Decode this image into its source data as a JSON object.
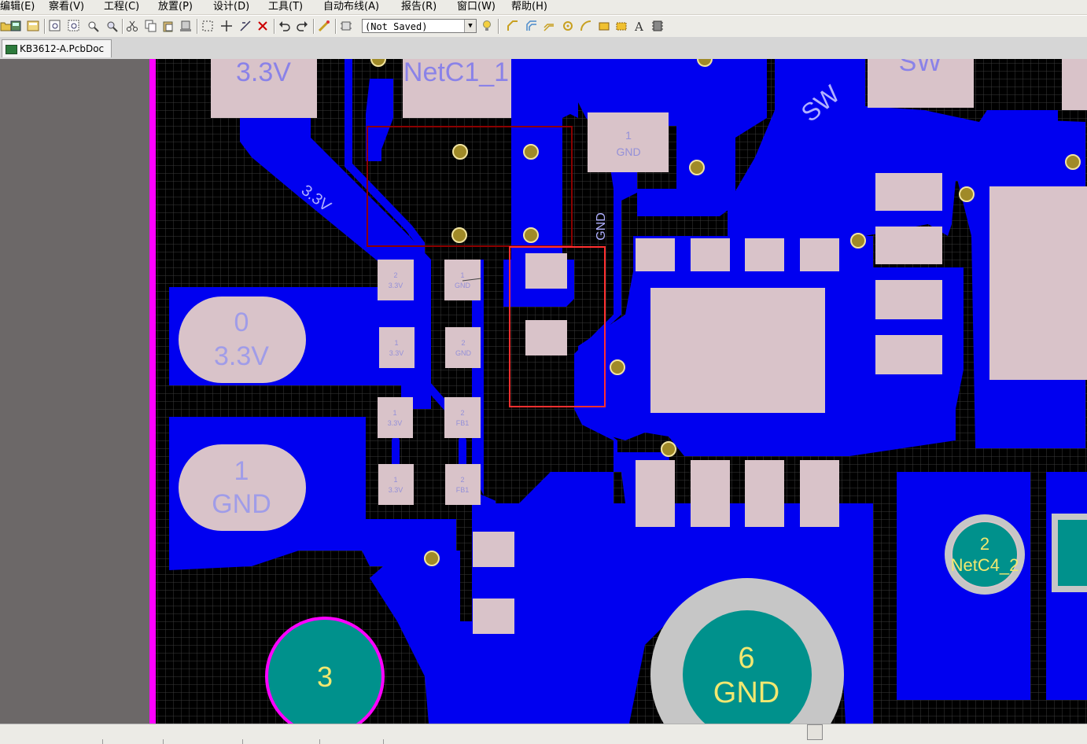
{
  "menu": [
    {
      "label": "编辑(E)"
    },
    {
      "label": "察看(V)"
    },
    {
      "label": "工程(C)"
    },
    {
      "label": "放置(P)"
    },
    {
      "label": "设计(D)"
    },
    {
      "label": "工具(T)"
    },
    {
      "label": "自动布线(A)"
    },
    {
      "label": "报告(R)"
    },
    {
      "label": "窗口(W)"
    },
    {
      "label": "帮助(H)"
    }
  ],
  "toolbar": {
    "variant_combo_value": "(Not Saved)"
  },
  "document_tab": {
    "label": "KB3612-A.PcbDoc *"
  },
  "pcb": {
    "colors": {
      "background": "#000000",
      "grid": "#2b2b2b",
      "copper": "#0000f0",
      "pad": "#d9c3c9",
      "board_edge": "#ff00ff",
      "via": "#b49a28",
      "thru_pad": "#00918c",
      "pad_ring": "#c6c6c6",
      "selection_dark": "#8b0000",
      "selection_red": "#ff3030"
    },
    "big_labels": {
      "top_3v3": "3.3V",
      "top_netc1": "NetC1_1",
      "top_sw": "SW",
      "trace_sw": "SW",
      "trace_3v3": "3.3V",
      "trace_gnd": "GND"
    },
    "smd_pads": [
      {
        "num": "1",
        "net": "GND"
      },
      {
        "num": "2",
        "net": "3.3V"
      },
      {
        "num": "1",
        "net": "GND"
      },
      {
        "num": "1",
        "net": "3.3V"
      },
      {
        "num": "2",
        "net": "GND"
      },
      {
        "num": "1",
        "net": "3.3V"
      },
      {
        "num": "2",
        "net": "FB1"
      },
      {
        "num": "1",
        "net": "3.3V"
      },
      {
        "num": "2",
        "net": "FB1"
      }
    ],
    "connector_pads": [
      {
        "num": "0",
        "net": "3.3V"
      },
      {
        "num": "1",
        "net": "GND"
      }
    ],
    "thru_holes": [
      {
        "num": "3",
        "net": ""
      },
      {
        "num": "6",
        "net": "GND"
      },
      {
        "num": "2",
        "net": "NetC4_2"
      }
    ]
  }
}
